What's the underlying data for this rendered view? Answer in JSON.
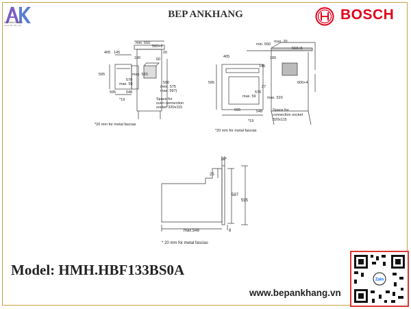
{
  "header": {
    "brand_name": "BEP ANKHANG",
    "logo_text": "BEPANKHANG",
    "logo_tagline": "Nâng tầm bếp Việt",
    "partner_brand": "BOSCH"
  },
  "footer": {
    "model_label": "Model: HMH.HBF133BS0A",
    "website": "www.bepankhang.vn",
    "qr_label": "Zalo"
  },
  "diagram_left": {
    "labels": [
      "min. 550",
      "560+8",
      "20",
      "405",
      "145",
      "180",
      "60",
      "595",
      "max. 520",
      "max. 59",
      "570",
      "595",
      "548",
      "*19",
      "590",
      "(min. 575",
      "max. 597)",
      "Space for",
      "oven connection",
      "socket 320x115"
    ],
    "footnote": "*20 mm for metal fascias"
  },
  "diagram_right": {
    "labels": [
      "min. 550",
      "max. 20",
      "560+8",
      "405",
      "180",
      "145",
      "595",
      "27",
      "max. 59",
      "570",
      "595",
      "548",
      "*19",
      "600+4",
      "max. 520",
      "Space for",
      "connection socket",
      "320x115"
    ],
    "footnote": "*20 mm for metal fascias"
  },
  "diagram_bottom": {
    "labels": [
      "19*",
      "25",
      "587",
      "595",
      "max.548",
      "8"
    ],
    "footnote": "* 20 mm for metal fascias"
  }
}
